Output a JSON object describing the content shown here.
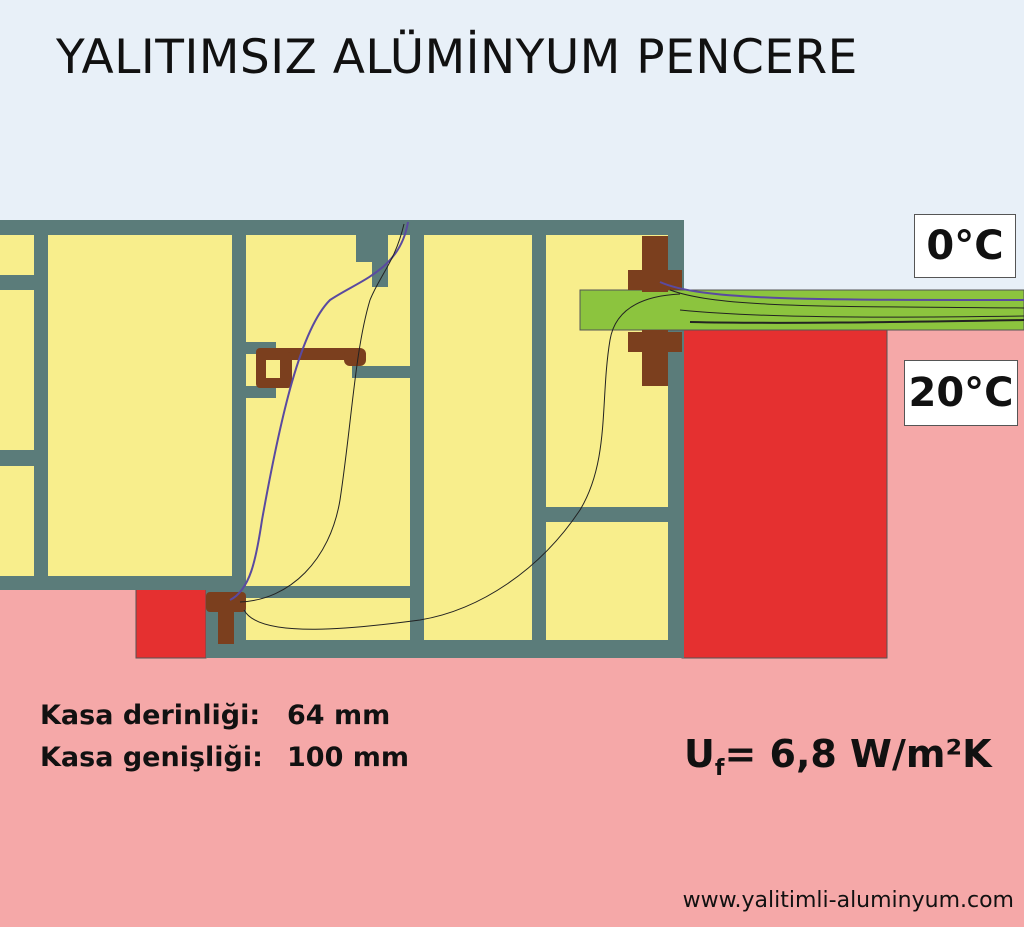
{
  "title": "YALITIMSIZ ALÜMİNYUM PENCERE",
  "temperatures": {
    "outside": "0°C",
    "inside": "20°C"
  },
  "specs": [
    {
      "label": "Kasa derinliği:",
      "value": "64 mm"
    },
    {
      "label": "Kasa genişliği:",
      "value": "100 mm"
    }
  ],
  "u_value": {
    "symbol": "U",
    "subscript": "f",
    "text": "= 6,8 W/m²K"
  },
  "website": "www.yalitimli-aluminyum.com",
  "colors": {
    "outside_air": "#e8f0f8",
    "inside_air": "#f5a8a8",
    "aluminium": "#5b7c7a",
    "cavity": "#f8ee8c",
    "gasket": "#7b3f1e",
    "glass": "#8cc43e",
    "wall": "#e53030",
    "isotherm": "#222222",
    "isotherm_highlight": "#5a4aa0"
  }
}
